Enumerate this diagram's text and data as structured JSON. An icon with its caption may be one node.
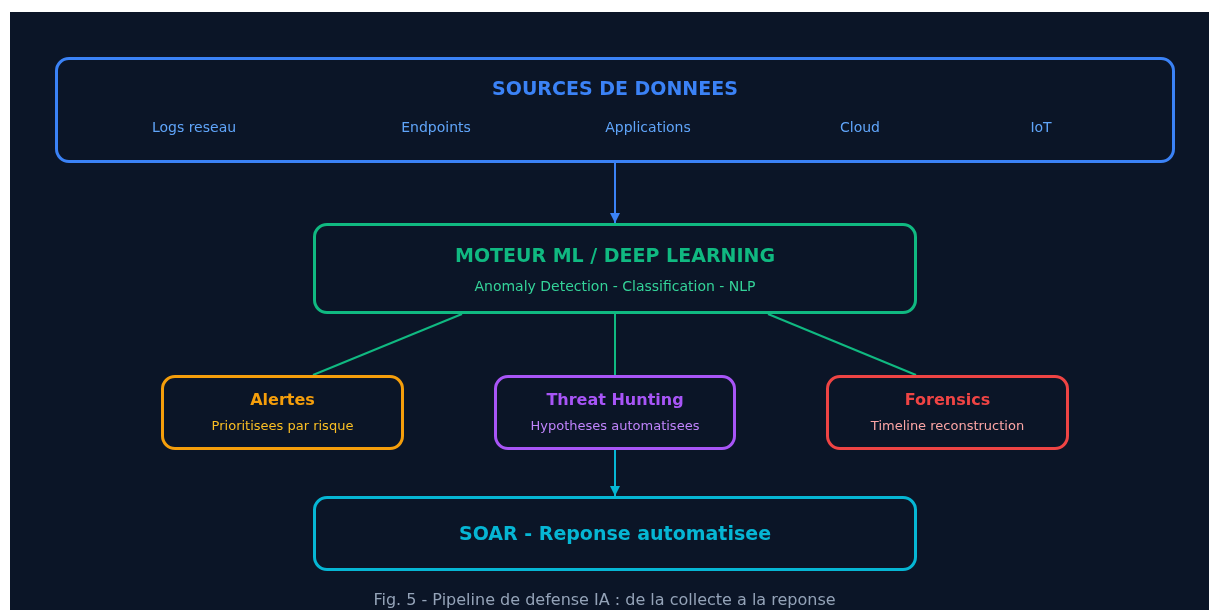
{
  "diagram": {
    "caption": "Fig. 5 - Pipeline de defense IA : de la collecte a la reponse",
    "nodes": [
      {
        "text": [
          "SOURCES DE DONNEES",
          "Logs reseau",
          "Endpoints",
          "Applications",
          "Cloud",
          "IoT"
        ]
      },
      {
        "text": [
          "MOTEUR ML / DEEP LEARNING",
          "Anomaly Detection - Classification - NLP"
        ]
      },
      {
        "text": [
          "Alertes",
          "Prioritisees par risque"
        ]
      },
      {
        "text": [
          "Threat Hunting",
          "Hypotheses automatisees"
        ]
      },
      {
        "text": [
          "Forensics",
          "Timeline reconstruction"
        ]
      },
      {
        "text": [
          "SOAR - Reponse automatisee"
        ]
      }
    ],
    "edges": [
      {
        "from": 0,
        "to": 1,
        "arrow": "to",
        "color": "#3b82f6"
      },
      {
        "from": 1,
        "to": 2,
        "arrow": "none"
      },
      {
        "from": 1,
        "to": 3,
        "arrow": "none"
      },
      {
        "from": 1,
        "to": 4,
        "arrow": "none"
      },
      {
        "from": 3,
        "to": 5,
        "arrow": "to",
        "color": "#06b6d4"
      }
    ]
  }
}
